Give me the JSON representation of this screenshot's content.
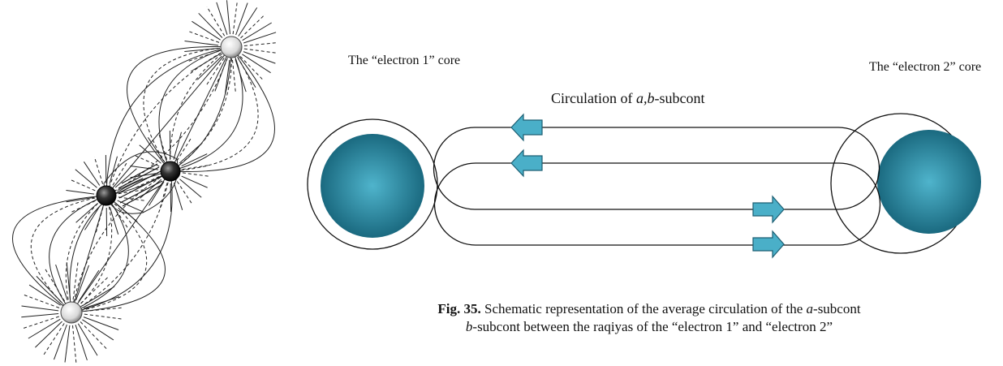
{
  "figure": {
    "label_electron1": "The “electron 1” core",
    "label_electron2": "The “electron 2” core",
    "circulation_label": {
      "prefix": "Circulation of ",
      "italic": "a,b",
      "suffix": "-subcont"
    },
    "caption": {
      "fig_number": "Fig. 35.",
      "line1_a": " Schematic representation of the average circulation of the ",
      "line1_italic": "a",
      "line1_b": "-subcont",
      "line2_italic": "b",
      "line2_a": "-subcont between the raqiyas of the “electron 1” and “electron 2”"
    },
    "colors": {
      "core_center": "#4fb4cc",
      "core_edge": "#156278",
      "arrow_fill": "#4aafc8",
      "line": "#111111",
      "dark_particle": "#222222",
      "light_particle": "#dddddd"
    }
  }
}
